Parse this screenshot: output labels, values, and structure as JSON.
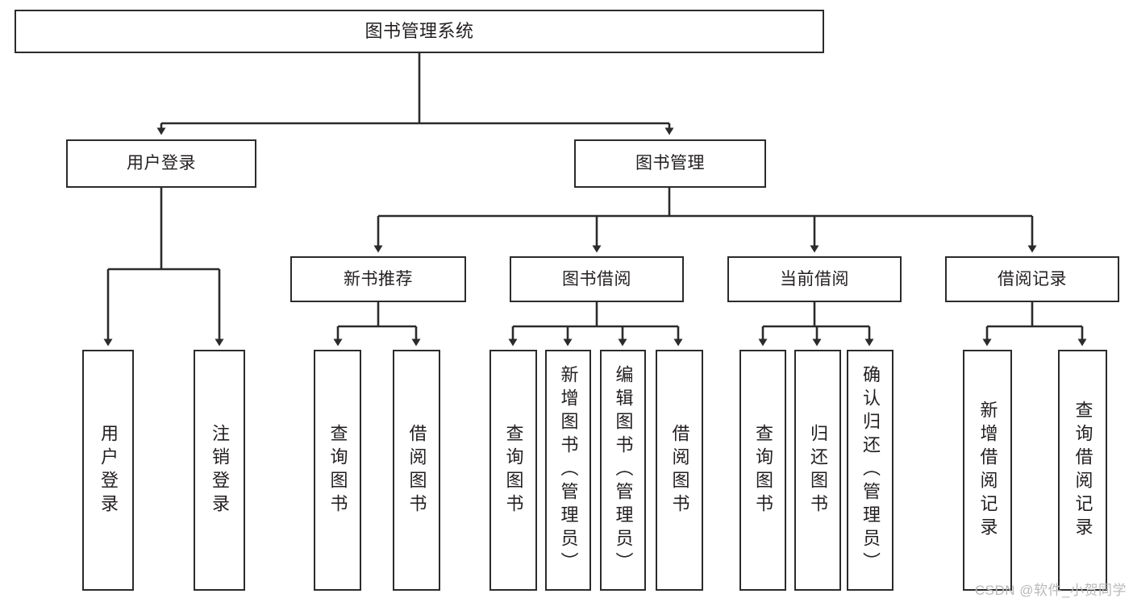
{
  "diagram": {
    "title": "图书管理系统",
    "type": "tree-hierarchy",
    "watermark": "CSDN @软件_小贺同学",
    "colors": {
      "stroke": "#2b2b2b",
      "text": "#231f20",
      "background": "#ffffff",
      "watermark": "#b9b9b9"
    },
    "levels": {
      "root": {
        "label": "图书管理系统"
      },
      "tier1": [
        {
          "id": "user-login",
          "label": "用户登录"
        },
        {
          "id": "book-management",
          "label": "图书管理"
        }
      ],
      "tier2": [
        {
          "id": "new-book-recommend",
          "label": "新书推荐",
          "parent": "book-management"
        },
        {
          "id": "book-borrow",
          "label": "图书借阅",
          "parent": "book-management"
        },
        {
          "id": "current-borrow",
          "label": "当前借阅",
          "parent": "book-management"
        },
        {
          "id": "borrow-record",
          "label": "借阅记录",
          "parent": "book-management"
        }
      ],
      "leaves": [
        {
          "id": "leaf-user-login",
          "label": "用户登录",
          "parent": "user-login"
        },
        {
          "id": "leaf-logout",
          "label": "注销登录",
          "parent": "user-login"
        },
        {
          "id": "leaf-query-book-1",
          "label": "查询图书",
          "parent": "new-book-recommend"
        },
        {
          "id": "leaf-borrow-book-1",
          "label": "借阅图书",
          "parent": "new-book-recommend"
        },
        {
          "id": "leaf-query-book-2",
          "label": "查询图书",
          "parent": "book-borrow"
        },
        {
          "id": "leaf-add-book",
          "label": "新增图书（管理员）",
          "parent": "book-borrow"
        },
        {
          "id": "leaf-edit-book",
          "label": "编辑图书（管理员）",
          "parent": "book-borrow"
        },
        {
          "id": "leaf-borrow-book-2",
          "label": "借阅图书",
          "parent": "book-borrow"
        },
        {
          "id": "leaf-query-book-3",
          "label": "查询图书",
          "parent": "current-borrow"
        },
        {
          "id": "leaf-return-book",
          "label": "归还图书",
          "parent": "current-borrow"
        },
        {
          "id": "leaf-confirm-return",
          "label": "确认归还（管理员）",
          "parent": "current-borrow"
        },
        {
          "id": "leaf-add-record",
          "label": "新增借阅记录",
          "parent": "borrow-record"
        },
        {
          "id": "leaf-query-record",
          "label": "查询借阅记录",
          "parent": "borrow-record"
        }
      ]
    }
  }
}
